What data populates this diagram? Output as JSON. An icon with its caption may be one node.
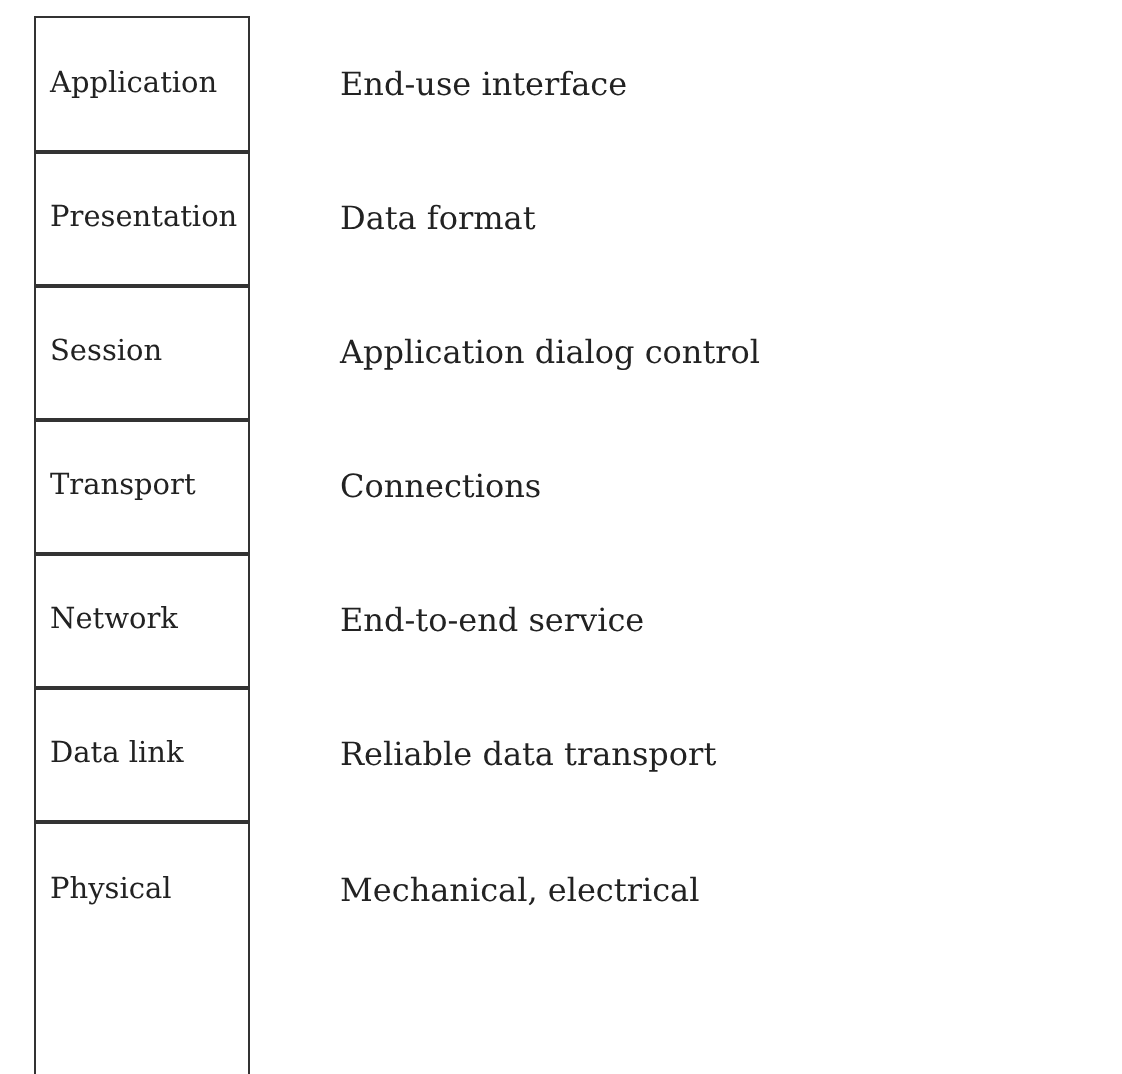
{
  "diagram": {
    "nodes": [
      {
        "text": [
          "Application"
        ],
        "beside": [
          "End-use interface"
        ]
      },
      {
        "text": [
          "Presentation"
        ],
        "beside": [
          "Data format"
        ]
      },
      {
        "text": [
          "Session"
        ],
        "beside": [
          "Application dialog control"
        ]
      },
      {
        "text": [
          "Transport"
        ],
        "beside": [
          "Connections"
        ]
      },
      {
        "text": [
          "Network"
        ],
        "beside": [
          "End-to-end service"
        ]
      },
      {
        "text": [
          "Data link"
        ],
        "beside": [
          "Reliable data transport"
        ]
      },
      {
        "text": [
          "Physical"
        ],
        "beside": [
          "Mechanical, electrical"
        ]
      }
    ]
  }
}
